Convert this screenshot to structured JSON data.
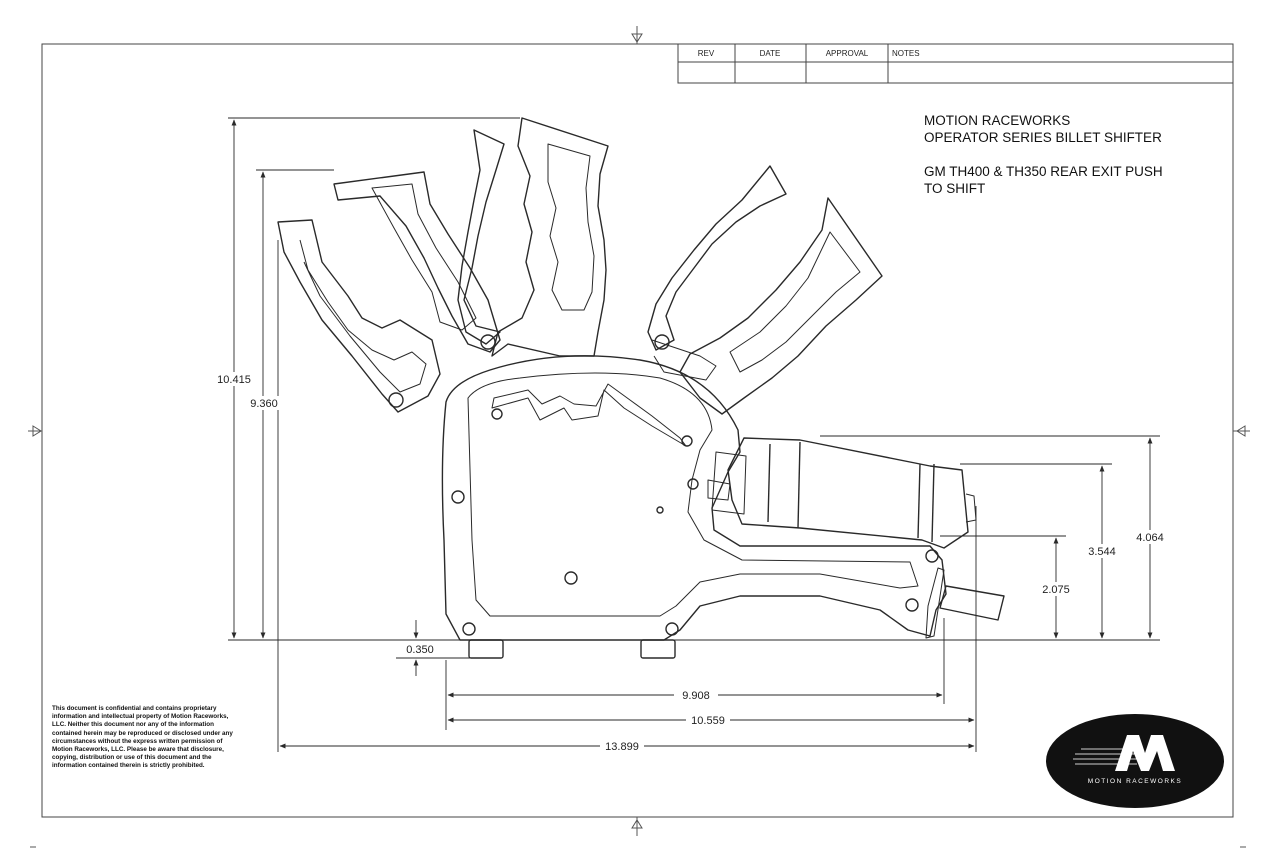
{
  "revision_block": {
    "columns": [
      "REV",
      "DATE",
      "APPROVAL",
      "NOTES"
    ]
  },
  "title_block": {
    "line1": "MOTION RACEWORKS",
    "line2": "OPERATOR SERIES BILLET SHIFTER",
    "line3": "GM TH400 & TH350 REAR EXIT PUSH",
    "line4": "TO SHIFT"
  },
  "dimensions": {
    "overall_height": "10.415",
    "handle_height": "9.360",
    "cylinder_top": "4.064",
    "cylinder_mid": "3.544",
    "cylinder_axis": "2.075",
    "foot_offset": "0.350",
    "width_inner": "9.908",
    "width_mid": "10.559",
    "width_overall": "13.899"
  },
  "confidential_notice": "This document is confidential and contains proprietary information and intellectual property of Motion Raceworks, LLC. Neither this document nor any of the information contained herein may be reproduced or disclosed under any circumstances without the express written permission of Motion Raceworks, LLC. Please be aware that disclosure, copying, distribution or use of this document and the information contained therein is strictly prohibited.",
  "logo": {
    "letter": "M",
    "wordmark": "MOTION RACEWORKS"
  },
  "colors": {
    "line": "#2a2a2a",
    "logo_fill": "#111111"
  }
}
